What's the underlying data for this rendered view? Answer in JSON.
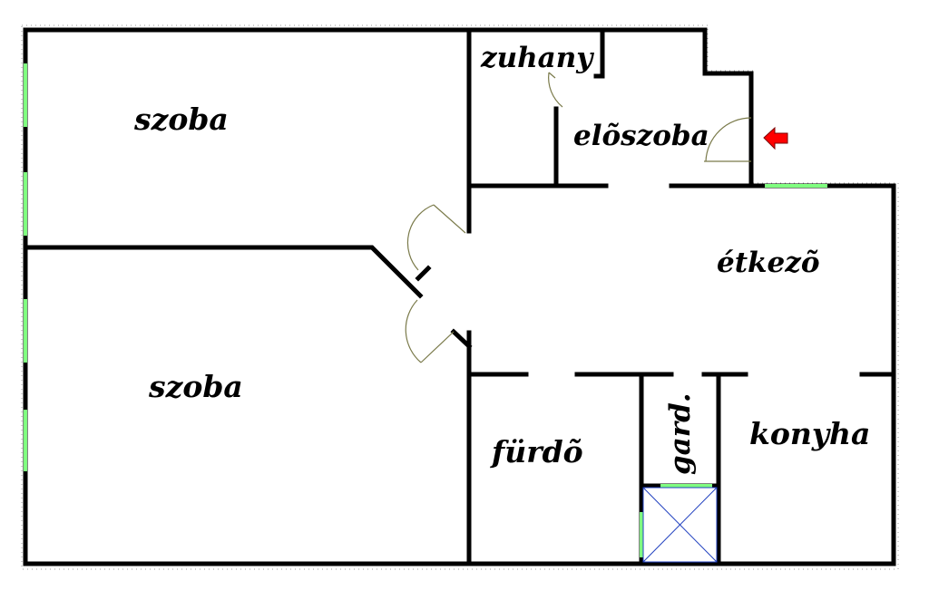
{
  "rooms": {
    "szoba_top": "szoba",
    "szoba_bottom": "szoba",
    "zuhany": "zuhany",
    "eloszoba": "elõszoba",
    "etkezo": "étkezõ",
    "furdo": "fürdõ",
    "gard": "gard.",
    "konyha": "konyha"
  },
  "colors": {
    "wall": "#000000",
    "window": "#80ff80",
    "door_arc": "#7a7a4a",
    "shaft_cross": "#1f3fbf",
    "entrance_arrow": "#ff0000"
  },
  "icons": {
    "entrance": "entrance-arrow-icon"
  }
}
